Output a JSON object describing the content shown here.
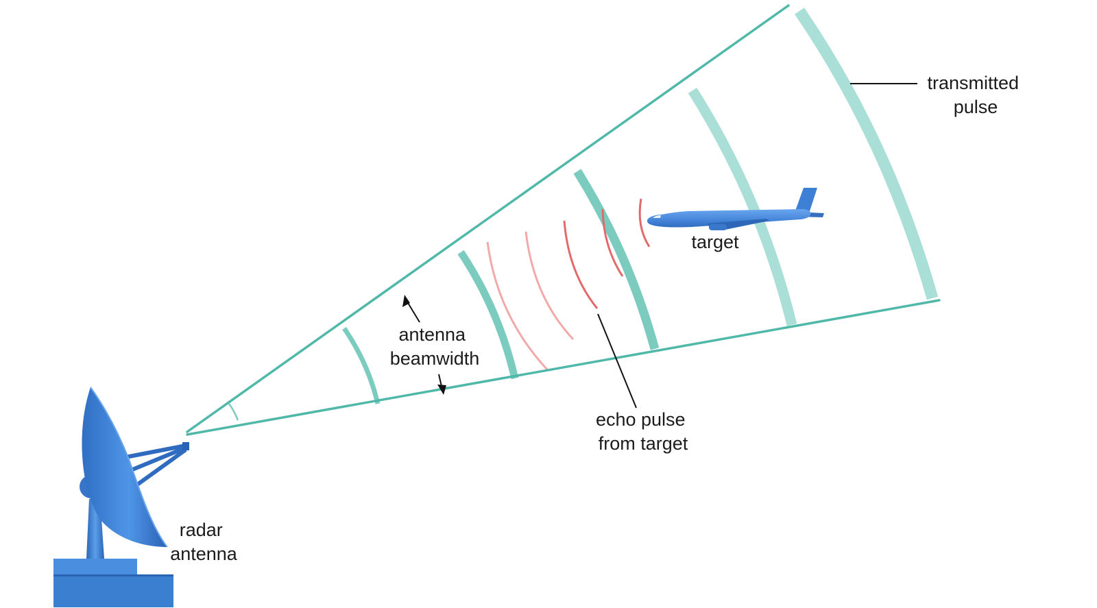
{
  "labels": {
    "transmitted_pulse": [
      "transmitted",
      "pulse"
    ],
    "target": "target",
    "antenna_beamwidth": [
      "antenna",
      "beamwidth"
    ],
    "echo_pulse": [
      "echo pulse",
      "from target"
    ],
    "radar_antenna": [
      "radar",
      "antenna"
    ]
  },
  "colors": {
    "beam_edge": "#4fb8a8",
    "pulse_near": "#7ccbbf",
    "pulse_far": "#aadfd8",
    "echo_strong": "#e26a6a",
    "echo_faint": "#f2a9a9",
    "antenna_blue": "#3a7fd0",
    "airplane_blue": "#4d8fe0",
    "text": "#1b1b1b"
  },
  "icons": {
    "antenna": "satellite-dish-icon",
    "target": "airplane-icon"
  }
}
